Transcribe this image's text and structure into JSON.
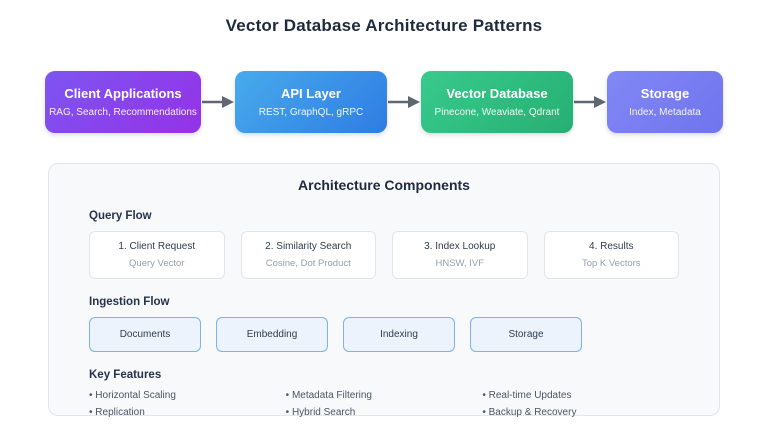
{
  "title": "Vector Database Architecture Patterns",
  "flow": {
    "arrow_color": "#5f6672",
    "nodes": [
      {
        "title": "Client Applications",
        "subtitle": "RAG, Search, Recommendations",
        "color_start": "#7d55f1",
        "color_end": "#9432e7"
      },
      {
        "title": "API Layer",
        "subtitle": "REST, GraphQL, gRPC",
        "color_start": "#47abec",
        "color_end": "#2f7ce3"
      },
      {
        "title": "Vector Database",
        "subtitle": "Pinecone, Weaviate, Qdrant",
        "color_start": "#39ca8d",
        "color_end": "#26af73"
      },
      {
        "title": "Storage",
        "subtitle": "Index, Metadata",
        "color_start": "#8287f5",
        "color_end": "#7074ee"
      }
    ]
  },
  "panel": {
    "title": "Architecture Components",
    "query_flow": {
      "heading": "Query Flow",
      "steps": [
        {
          "title": "1. Client Request",
          "subtitle": "Query Vector"
        },
        {
          "title": "2. Similarity Search",
          "subtitle": "Cosine, Dot Product"
        },
        {
          "title": "3. Index Lookup",
          "subtitle": "HNSW, IVF"
        },
        {
          "title": "4. Results",
          "subtitle": "Top K Vectors"
        }
      ]
    },
    "ingestion_flow": {
      "heading": "Ingestion Flow",
      "stages": [
        {
          "label": "Documents"
        },
        {
          "label": "Embedding"
        },
        {
          "label": "Indexing"
        },
        {
          "label": "Storage"
        }
      ]
    },
    "key_features": {
      "heading": "Key Features",
      "columns": [
        {
          "items": [
            "Horizontal Scaling",
            "Replication"
          ]
        },
        {
          "items": [
            "Metadata Filtering",
            "Hybrid Search"
          ]
        },
        {
          "items": [
            "Real-time Updates",
            "Backup & Recovery"
          ]
        }
      ]
    }
  }
}
